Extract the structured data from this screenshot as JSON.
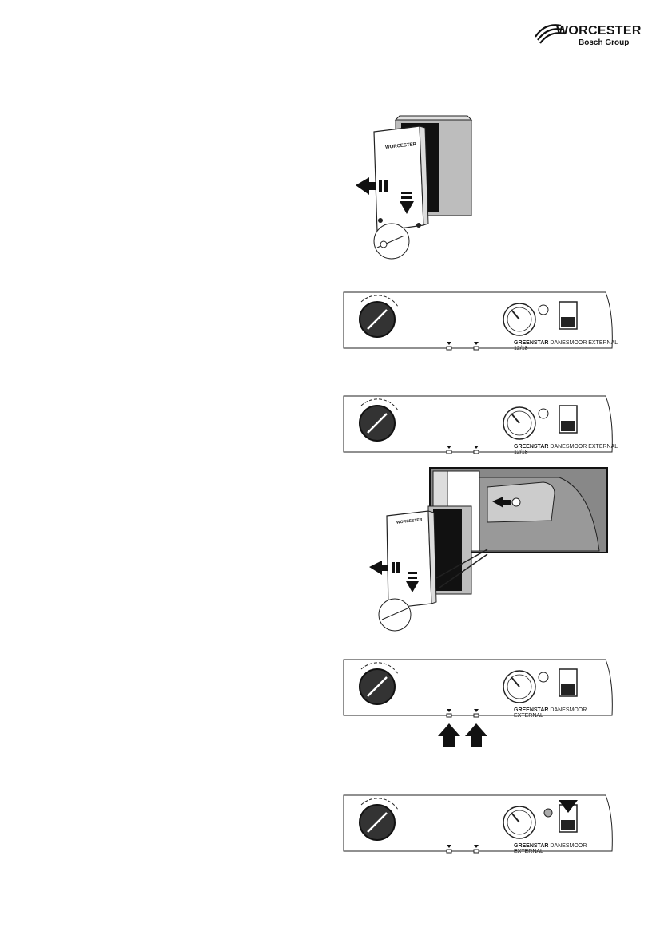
{
  "header": {
    "brand_name": "WORCESTER",
    "brand_sub": "Bosch Group"
  },
  "panels": {
    "panel_1": {
      "model_bold": "GREENSTAR",
      "model_rest": " DANESMOOR EXTERNAL 12/18"
    },
    "panel_2": {
      "model_bold": "GREENSTAR",
      "model_rest": " DANESMOOR EXTERNAL 12/18"
    },
    "panel_3": {
      "model_bold": "GREENSTAR",
      "model_rest": " DANESMOOR EXTERNAL"
    },
    "panel_4": {
      "model_bold": "GREENSTAR",
      "model_rest": " DANESMOOR EXTERNAL"
    }
  },
  "cabinet": {
    "door_logo": "WORCESTER"
  },
  "colors": {
    "line": "#222222",
    "dark": "#111111",
    "mid_grey": "#777777",
    "light_grey": "#cfcfcf"
  }
}
